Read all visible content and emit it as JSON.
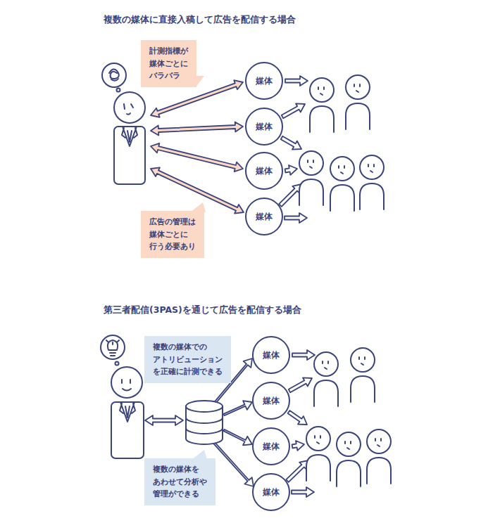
{
  "diagram": {
    "title": "複数の媒体に直接入稿して広告を配信する場合",
    "nodes": [
      {
        "text": [
          "計測指標が 媒体ごとに バラバラ"
        ]
      },
      {
        "text": [
          "媒体"
        ]
      },
      {
        "text": [
          "媒体"
        ]
      },
      {
        "text": [
          "媒体"
        ]
      },
      {
        "text": [
          "媒体"
        ]
      },
      {
        "text": [
          "広告の管理は 媒体ごとに 行う必要あり"
        ]
      },
      {
        "text": [
          "複数の媒体での アトリビューション を正確に計測できる"
        ]
      },
      {
        "text": [
          "媒体"
        ]
      },
      {
        "text": [
          "媒体"
        ]
      },
      {
        "text": [
          "媒体"
        ]
      },
      {
        "text": [
          "媒体"
        ]
      },
      {
        "text": [
          "複数の媒体を あわせて分析や 管理ができる"
        ]
      }
    ],
    "labels": [
      "第三者配信(3PAS)を通じて広告を配信する場合"
    ]
  }
}
